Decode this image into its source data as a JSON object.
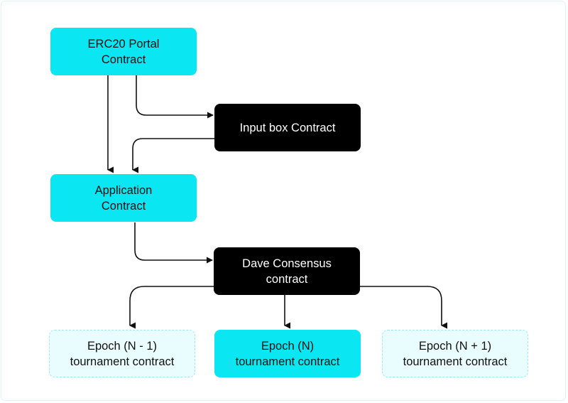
{
  "nodes": {
    "erc20_portal": {
      "line1": "ERC20 Portal",
      "line2": "Contract"
    },
    "input_box": {
      "line1": "Input box Contract"
    },
    "application": {
      "line1": "Application",
      "line2": "Contract"
    },
    "dave_consensus": {
      "line1": "Dave Consensus",
      "line2": "contract"
    },
    "epoch_prev": {
      "line1": "Epoch (N - 1)",
      "line2": "tournament contract"
    },
    "epoch_curr": {
      "line1": "Epoch (N)",
      "line2": "tournament contract"
    },
    "epoch_next": {
      "line1": "Epoch (N + 1)",
      "line2": "tournament contract"
    }
  },
  "colors": {
    "cyan": "#0ae6f2",
    "dark": "#000000",
    "light_fill": "#eafdfe",
    "light_border": "#9eeaf0",
    "edge": "#111111"
  }
}
